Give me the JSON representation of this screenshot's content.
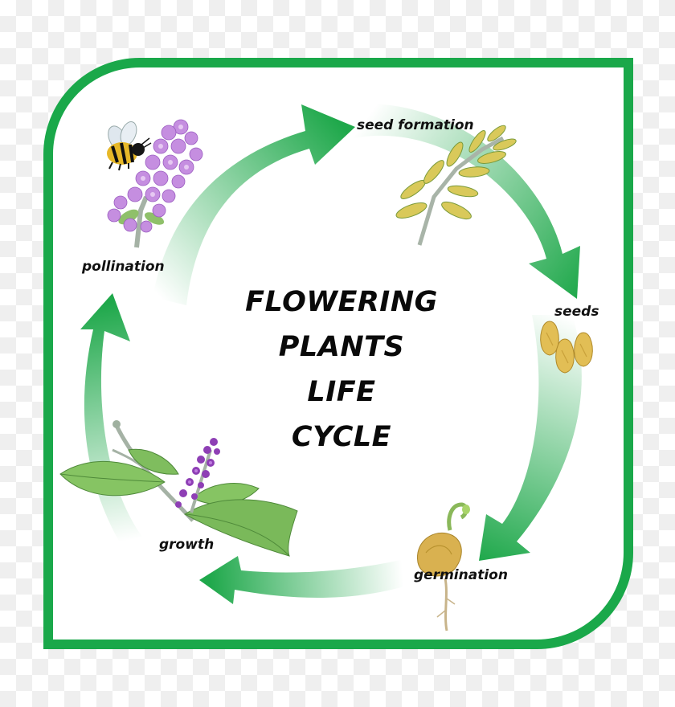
{
  "title_lines": [
    "FLOWERING",
    "PLANTS",
    "LIFE",
    "CYCLE"
  ],
  "stages": {
    "seed_formation": "seed formation",
    "seeds": "seeds",
    "germination": "germination",
    "growth": "growth",
    "pollination": "pollination"
  },
  "colors": {
    "frame": "#1aa84a",
    "arrow": "#1fa84b",
    "lilac": "#c48bdf",
    "leaf": "#7dbf5a",
    "seed": "#e2be55"
  }
}
